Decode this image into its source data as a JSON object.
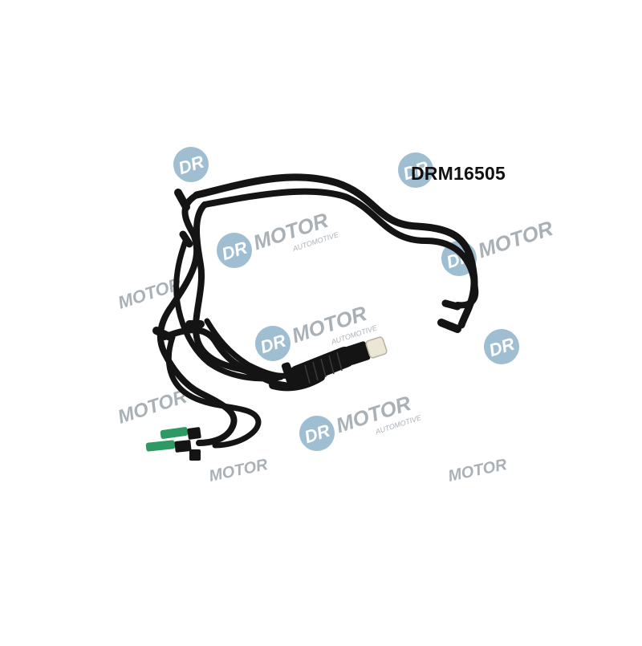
{
  "product": {
    "part_number": "DRM16505"
  },
  "watermark": {
    "badge_text": "DR",
    "brand_text": "MOTOR",
    "sub_text": "AUTOMOTIVE",
    "badge_color": "#8fb3c9",
    "text_color": "#9aa3ab"
  },
  "colors": {
    "hose": "#141414",
    "connector_green": "#2e9a63",
    "fitting_white": "#ece6d6"
  }
}
